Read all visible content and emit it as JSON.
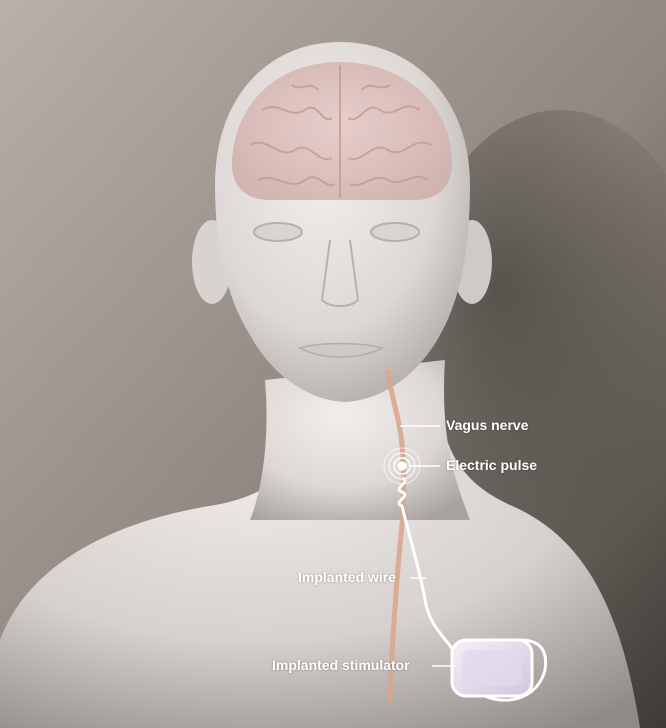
{
  "labels": {
    "vagus_nerve": "Vagus nerve",
    "electric_pulse": "Electric pulse",
    "implanted_wire": "Implanted wire",
    "implanted_stimulator": "Implanted stimulator"
  },
  "colors": {
    "background": "#9a928a",
    "skin": "#e4dfdc",
    "brain": "#d7b8b4",
    "nerve": "#d9a78c",
    "wire": "#ffffff",
    "stimulator": "#e7e0ee",
    "label_text": "#ffffff"
  }
}
